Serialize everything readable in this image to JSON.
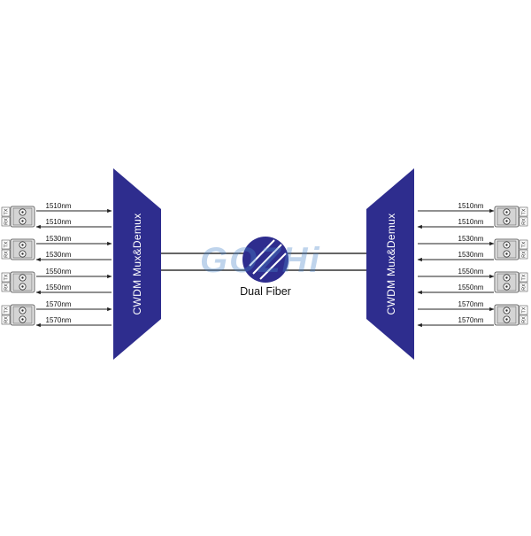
{
  "colors": {
    "mux": "#2e2d8e",
    "fiber_line": "#333333",
    "arrow": "#222222",
    "watermark": "#4a86c9"
  },
  "left_mux": {
    "label": "CWDM Mux&Demux"
  },
  "right_mux": {
    "label": "CWDM Mux&Demux"
  },
  "fiber": {
    "label": "Dual Fiber"
  },
  "watermark": {
    "text": "GOZHi"
  },
  "port_labels": {
    "tx": "TX",
    "rx": "RX"
  },
  "channels": [
    {
      "tx_label": "1510nm",
      "rx_label": "1510nm"
    },
    {
      "tx_label": "1530nm",
      "rx_label": "1530nm"
    },
    {
      "tx_label": "1550nm",
      "rx_label": "1550nm"
    },
    {
      "tx_label": "1570nm",
      "rx_label": "1570nm"
    }
  ]
}
